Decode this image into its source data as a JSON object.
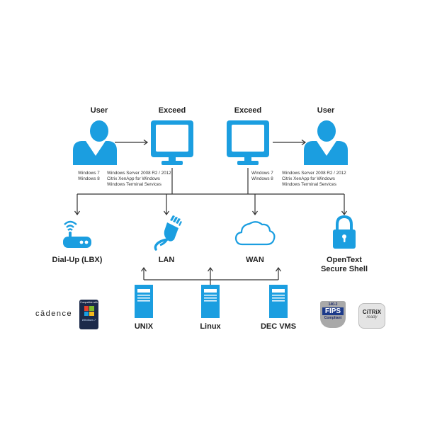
{
  "colors": {
    "accent": "#1b9ee0",
    "line": "#333333"
  },
  "top_row": {
    "user_left": {
      "label": "User",
      "os": [
        "Windows 7",
        "Windows 8"
      ]
    },
    "exceed_left": {
      "label": "Exceed",
      "servers": [
        "Windows Server 2008 R2 / 2012",
        "Citrix XenApp for Windows",
        "Windows Terminal Services"
      ]
    },
    "exceed_right": {
      "label": "Exceed",
      "os": [
        "Windows 7",
        "Windows 8"
      ]
    },
    "user_right": {
      "label": "User",
      "servers": [
        "Windows Server 2008 R2 / 2012",
        "Citrix XenApp for Windows",
        "Windows Terminal Services"
      ]
    }
  },
  "connections": [
    {
      "label": "Dial-Up (LBX)",
      "icon": "modem-icon"
    },
    {
      "label": "LAN",
      "icon": "ethernet-cable-icon"
    },
    {
      "label": "WAN",
      "icon": "cloud-icon"
    },
    {
      "label": "OpenText",
      "label2": "Secure Shell",
      "icon": "lock-icon"
    }
  ],
  "hosts": [
    {
      "label": "UNIX",
      "icon": "server-icon"
    },
    {
      "label": "Linux",
      "icon": "server-icon"
    },
    {
      "label": "DEC VMS",
      "icon": "server-icon"
    }
  ],
  "badges": {
    "cadence": "cādence",
    "windows7": {
      "top": "Compatible with",
      "bottom": "Windows 7"
    },
    "fips": {
      "top": "140-2",
      "mid": "FIPS",
      "bottom": "Compliant"
    },
    "citrix": {
      "top": "CiTRiX",
      "bottom": "ready"
    }
  }
}
